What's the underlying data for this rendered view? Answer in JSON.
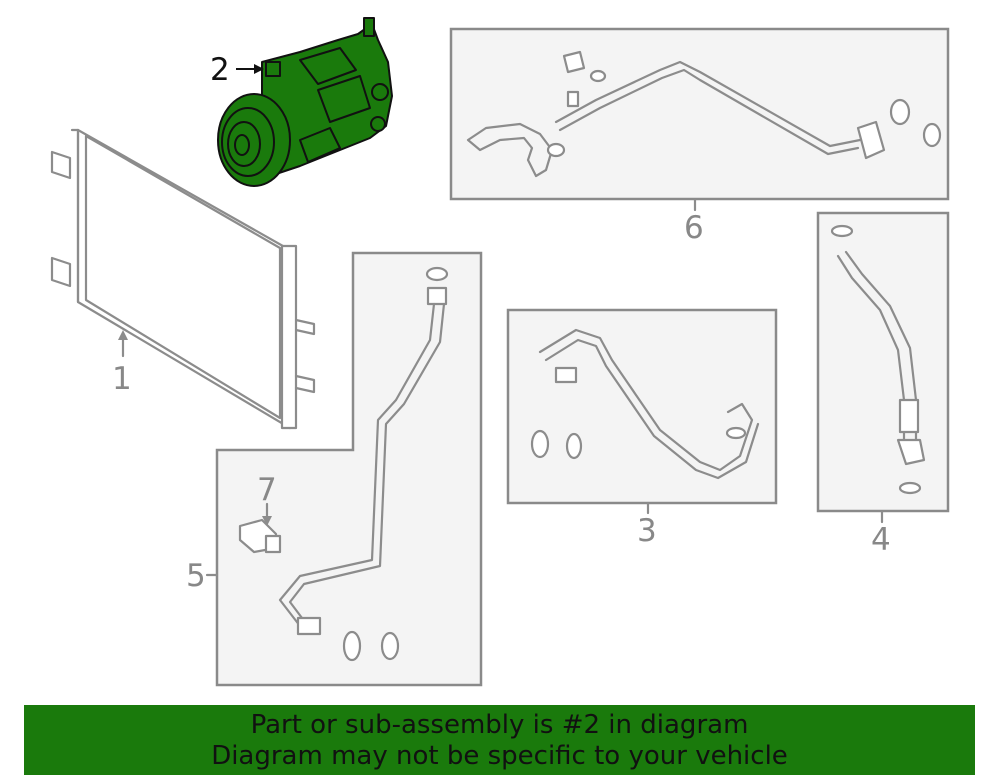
{
  "callouts": {
    "c1": "1",
    "c2": "2",
    "c3": "3",
    "c4": "4",
    "c5": "5",
    "c6": "6",
    "c7": "7"
  },
  "banner": {
    "line1": "Part or sub-assembly is #2 in diagram",
    "line2": "Diagram may not be specific to your vehicle"
  },
  "colors": {
    "highlight": "#1a7a0c",
    "banner": "#1a7a0c",
    "outline": "#8c8c8c"
  }
}
